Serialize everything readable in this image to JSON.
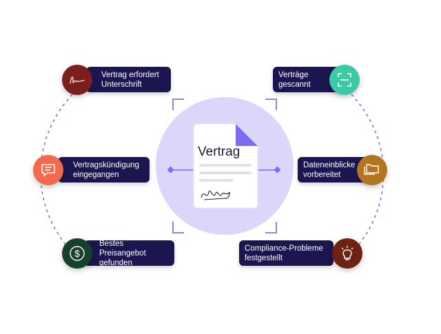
{
  "document": {
    "title": "Vertrag"
  },
  "colors": {
    "navy": "#1b1650",
    "circle_bg": "#dcd6fb",
    "accent_purple": "#7b6cf0",
    "dash_purple": "#7f72e8"
  },
  "events": [
    {
      "id": "signature",
      "label": "Vertrag erfordert\nUnterschrift",
      "icon": "signature-icon",
      "color": "#7a1e1e"
    },
    {
      "id": "scanned",
      "label": "Verträge\ngescannt",
      "icon": "scan-icon",
      "color": "#3ec9a6"
    },
    {
      "id": "termination",
      "label": "Vertragskündigung\neingegangen",
      "icon": "chat-icon",
      "color": "#f26a4b"
    },
    {
      "id": "insights",
      "label": "Dateneinblicke\nvorbereitet",
      "icon": "folders-icon",
      "color": "#b3751f"
    },
    {
      "id": "price",
      "label": "Bestes Preisangebot\ngefunden",
      "icon": "dollar-icon",
      "color": "#15412e"
    },
    {
      "id": "compliance",
      "label": "Compliance-Probleme\nfestgestellt",
      "icon": "lightbulb-icon",
      "color": "#6e2212"
    }
  ]
}
